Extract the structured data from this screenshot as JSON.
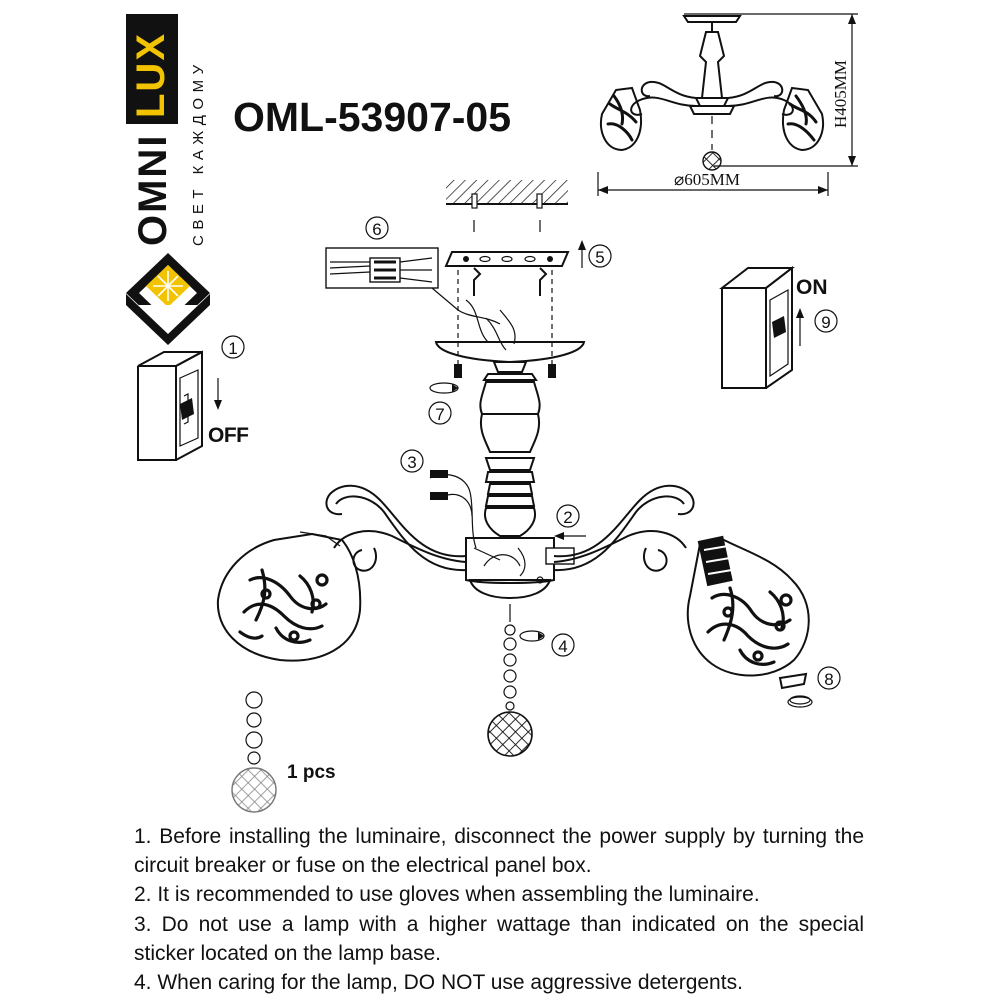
{
  "brand": {
    "logo_word_1": "OMNI",
    "logo_word_2": "LUX",
    "tagline": "СВЕТ КАЖДОМУ",
    "colors": {
      "accent": "#f2c300",
      "dark": "#111111"
    }
  },
  "model": "OML-53907-05",
  "dimensions": {
    "height": "H405MM",
    "diameter": "⌀605MM"
  },
  "switch_labels": {
    "off": "OFF",
    "on": "ON"
  },
  "steps": [
    "1",
    "2",
    "3",
    "4",
    "5",
    "6",
    "7",
    "8",
    "9"
  ],
  "spare_part": {
    "quantity": "1 pcs"
  },
  "instructions": [
    "1. Before installing the luminaire, disconnect the power supply by turning the circuit breaker or fuse on the electrical panel box.",
    "2. It is recommended to use gloves when assembling the luminaire.",
    "3. Do not use a lamp with a higher wattage than indicated on the special sticker located on the lamp base.",
    "4. When caring for the lamp, DO NOT use aggressive detergents."
  ]
}
